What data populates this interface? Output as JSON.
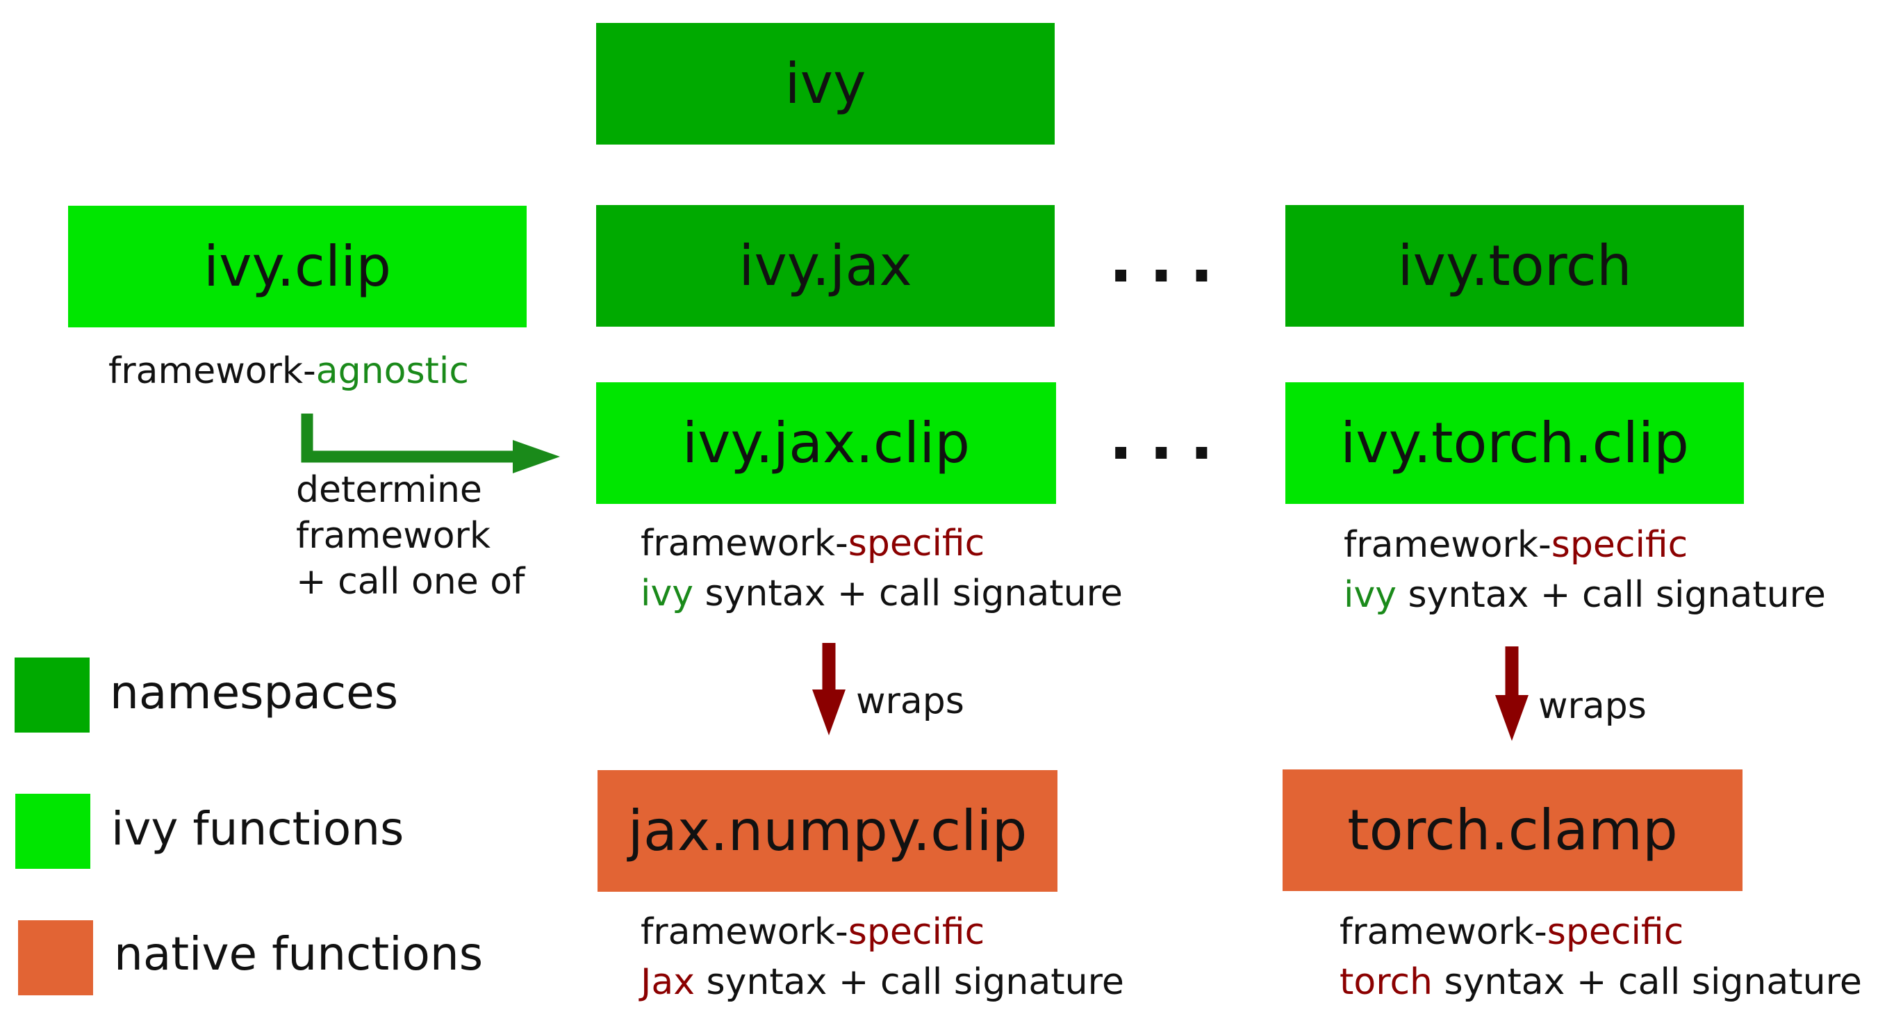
{
  "boxes": {
    "ivy": "ivy",
    "ivy_clip": "ivy.clip",
    "ivy_jax": "ivy.jax",
    "ivy_torch": "ivy.torch",
    "ivy_jax_clip": "ivy.jax.clip",
    "ivy_torch_clip": "ivy.torch.clip",
    "jax_numpy_clip": "jax.numpy.clip",
    "torch_clamp": "torch.clamp"
  },
  "ellipsis": "...",
  "agnostic": {
    "prefix": "framework-",
    "highlight": "agnostic"
  },
  "determine": [
    "determine",
    "framework",
    "+ call one of"
  ],
  "specific": {
    "prefix": "framework-",
    "highlight": "specific"
  },
  "ivy_syntax": {
    "highlight": "ivy",
    "rest": " syntax + call signature"
  },
  "jax_syntax": {
    "highlight": "Jax",
    "rest": " syntax + call signature"
  },
  "torch_syntax": {
    "highlight": "torch",
    "rest": " syntax + call signature"
  },
  "wraps": "wraps",
  "legend": [
    {
      "label": "namespaces",
      "color": "#00aa00"
    },
    {
      "label": "ivy functions",
      "color": "#00e600"
    },
    {
      "label": "native functions",
      "color": "#e26434"
    }
  ],
  "colors": {
    "namespace": "#00aa00",
    "ivy_function": "#00e600",
    "native_function": "#e26434",
    "agnostic_text": "#1a8a1a",
    "specific_text": "#8b0000",
    "arrow_green": "#1a8a1a",
    "arrow_red": "#8b0000"
  }
}
